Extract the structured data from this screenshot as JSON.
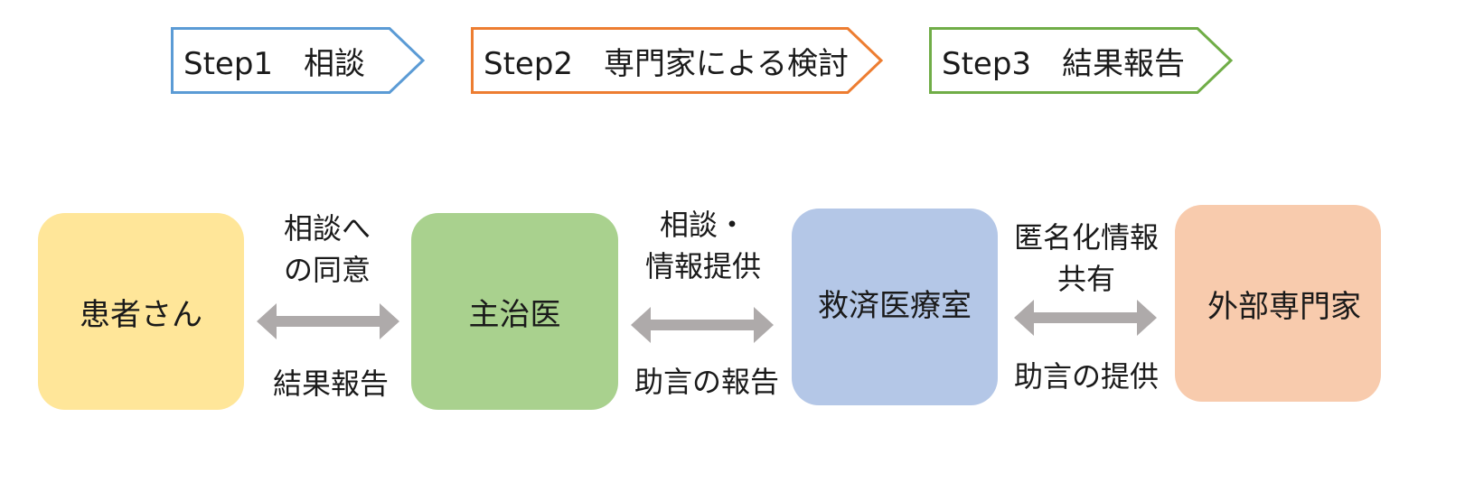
{
  "colors": {
    "step1": "#5b9bd5",
    "step2": "#ed7d31",
    "step3": "#70ad47",
    "patient": "#ffe699",
    "doctor": "#a9d18e",
    "relief_office": "#b4c7e7",
    "external_expert": "#f8cbad",
    "arrow": "#aeaaaa"
  },
  "steps": [
    {
      "label": "Step1　相談"
    },
    {
      "label": "Step2　専門家による検討"
    },
    {
      "label": "Step3　結果報告"
    }
  ],
  "nodes": {
    "patient": "患者さん",
    "doctor": "主治医",
    "relief_office": "救済医療室",
    "external_expert": "外部専門家"
  },
  "links": [
    {
      "top_line1": "相談へ",
      "top_line2": "の同意",
      "bottom": "結果報告"
    },
    {
      "top_line1": "相談・",
      "top_line2": "情報提供",
      "bottom": "助言の報告"
    },
    {
      "top_line1": "匿名化情報",
      "top_line2": "共有",
      "bottom": "助言の提供"
    }
  ]
}
